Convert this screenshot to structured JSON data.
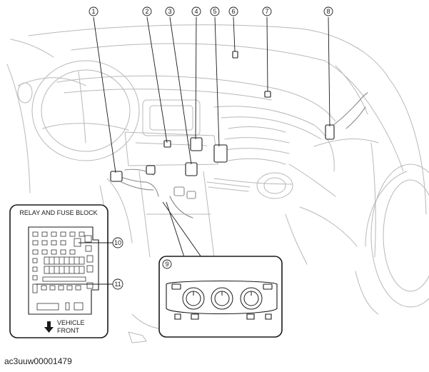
{
  "callouts": [
    {
      "id": "c1",
      "label": "1"
    },
    {
      "id": "c2",
      "label": "2"
    },
    {
      "id": "c3",
      "label": "3"
    },
    {
      "id": "c4",
      "label": "4"
    },
    {
      "id": "c5",
      "label": "5"
    },
    {
      "id": "c6",
      "label": "6"
    },
    {
      "id": "c7",
      "label": "7"
    },
    {
      "id": "c8",
      "label": "8"
    },
    {
      "id": "c9",
      "label": "9"
    },
    {
      "id": "c10",
      "label": "10"
    },
    {
      "id": "c11",
      "label": "11"
    }
  ],
  "relay_block": {
    "title": "RELAY AND FUSE BLOCK",
    "direction_line1": "VEHICLE",
    "direction_line2": "FRONT",
    "direction_arrow": "down-arrow-icon"
  },
  "image_code": "ac3uuw00001479"
}
